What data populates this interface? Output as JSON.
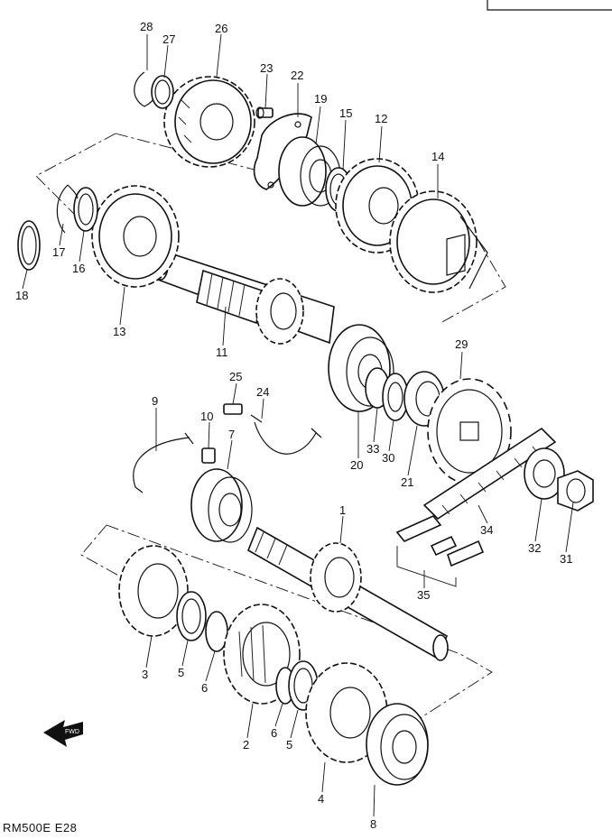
{
  "caption": "RM500E E28",
  "fwd_label": "FWD",
  "callouts": [
    "1",
    "2",
    "3",
    "4",
    "5",
    "5",
    "6",
    "6",
    "7",
    "8",
    "9",
    "10",
    "11",
    "12",
    "13",
    "14",
    "15",
    "16",
    "17",
    "18",
    "19",
    "20",
    "21",
    "22",
    "23",
    "24",
    "25",
    "26",
    "27",
    "28",
    "29",
    "30",
    "31",
    "32",
    "33",
    "34",
    "35"
  ]
}
